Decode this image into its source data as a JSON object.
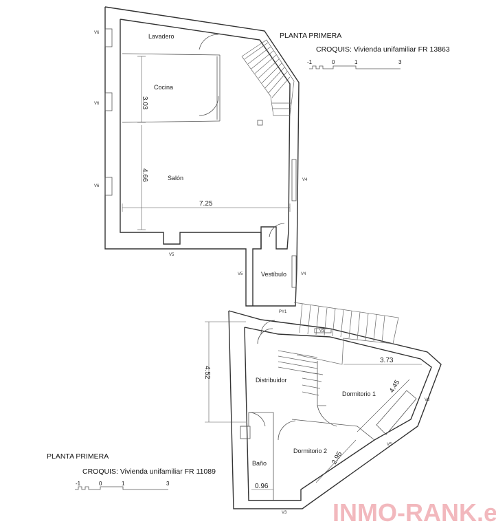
{
  "upper_plan": {
    "title": "PLANTA PRIMERA",
    "subtitle": "CROQUIS: Vivienda unifamiliar FR 13863",
    "scale_labels": [
      "-1",
      "0",
      "1",
      "3"
    ],
    "rooms": {
      "lavadero": "Lavadero",
      "cocina": "Cocina",
      "salon": "Salón",
      "vestibulo": "Vestíbulo"
    },
    "dims": {
      "d1": "3.03",
      "d2": "4.66",
      "d3": "7.25"
    },
    "windows": {
      "v6a": "V6",
      "v6b": "V6",
      "v6c": "V6",
      "v4a": "V4",
      "v5a": "V5",
      "v5b": "V5",
      "v4b": "V4",
      "py1": "PY1"
    }
  },
  "lower_plan": {
    "title": "PLANTA PRIMERA",
    "subtitle": "CROQUIS: Vivienda unifamiliar FR 11089",
    "scale_labels": [
      "-1",
      "0",
      "1",
      "3"
    ],
    "rooms": {
      "distribuidor": "Distribuidor",
      "dormitorio1": "Dormitorio 1",
      "dormitorio2": "Dormitorio 2",
      "bano": "Baño"
    },
    "dims": {
      "d1": "4.52",
      "d2": "3.73",
      "d3": "4.45",
      "d4": "2.95",
      "d5": "0.96"
    },
    "windows": {
      "v3a": "V3",
      "v3b": "V3",
      "v3c": "V3",
      "v5c": "V5"
    }
  },
  "watermark": "INMO-RANK.es"
}
